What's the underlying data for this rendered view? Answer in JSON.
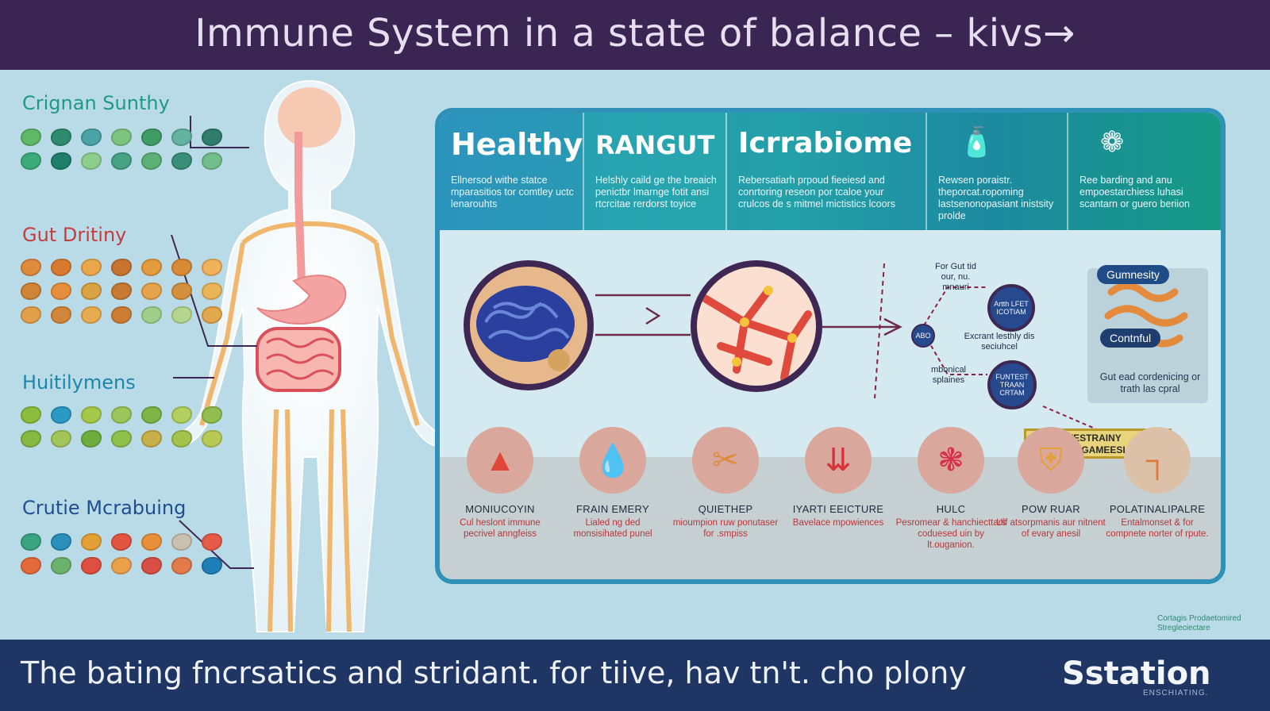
{
  "title": "Immune  System  in a state of balance – kivs→",
  "footer": {
    "text": "The bating fncrsatics and stridant. for tiive, hav tn't. cho plony",
    "brand": "Sstation",
    "brand_sub": "ENSCHIATING.",
    "corner_note": "Cortagis Prodaetomired Stregleciectare"
  },
  "sidebar": {
    "headings": [
      "Crignan Sunthy",
      "Gut Dritiny",
      "Huitilymens",
      "Crutie Mcrabuing"
    ],
    "heading_colors": [
      "#1f9a82",
      "#c43d3d",
      "#1d86a8",
      "#1f4f8f"
    ]
  },
  "panel": {
    "columns": [
      {
        "title": "Healthy",
        "text": "Ellnersod withe statce mparasitios tor comtley uctc lenarouhts"
      },
      {
        "title": "RANGUT",
        "text": "Helshly caild ge the breaich penictbr lmarnge fotit ansi rtcrcitae rerdorst toyice"
      },
      {
        "title": "Icrrabiome",
        "text": "Rebersatiarh prpoud fieeiesd and conrtoring reseon por tcaloe your crulcos de s mitmel mictistics lcoors"
      },
      {
        "title": "",
        "icon": "bottle-icon",
        "text": "Rewsen poraistr. theporcat.ropoming lastsenonopasiant inistsity prolde"
      },
      {
        "title": "",
        "icon": "cell-cluster-icon",
        "text": "Ree barding and anu empoestarchiess luhasi scantarn or guero beriion"
      }
    ],
    "network": {
      "top_note": "For Gut tid our, nu. mnauri",
      "bubble1": "Artth LFET ICOTIAM",
      "bubble2": "FUNTEST TRAAN CRTAM",
      "node": "ABO",
      "mid_note": "Excrant lesthly dis seciuhcel",
      "low_note": "mbonical splaines"
    },
    "gut": {
      "pill_top": "Gumnesity",
      "pill_mid": "Contnful",
      "caption": "Gut ead cordenicing or trath las cpral"
    },
    "warning": "FOLLL WESTRAINY DEWTRY CGAMEESIAN",
    "items": [
      {
        "label": "MONIUCOYIN",
        "desc": "Cul heslont immune pecrivel anngfeiss",
        "icon": "nerve-icon"
      },
      {
        "label": "FRAIN EMERY",
        "desc": "Lialed ng ded monsisihated punel",
        "icon": "blood-drop-icon"
      },
      {
        "label": "QUIETHEP",
        "desc": "mioumpion ruw ponutaser for .smpiss",
        "icon": "scissors-icon"
      },
      {
        "label": "IYARTI EEICTURE",
        "desc": "Bavelace mpowiences",
        "icon": "arrows-down-icon"
      },
      {
        "label": "HULC",
        "desc": "Pesromear & hanchiecttars coduesed uin by lt.ouganion.",
        "icon": "molecule-icon"
      },
      {
        "label": "POW RUAR",
        "desc": "Ulf atsorpmanis aur nitnent of evary anesil",
        "icon": "shield-icon"
      },
      {
        "label": "POLATINALIPALRE",
        "desc": "Entalmonset & for compnete norter of rpute.",
        "icon": "bracket-icon"
      }
    ]
  }
}
